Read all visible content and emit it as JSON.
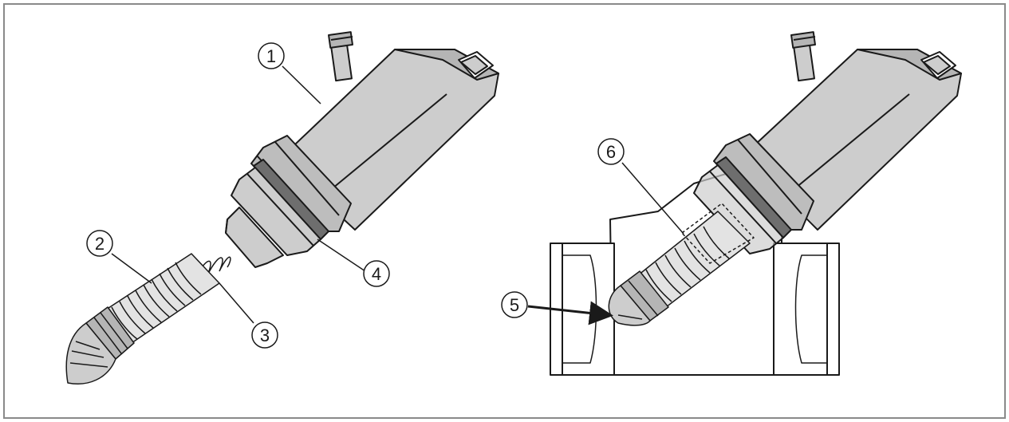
{
  "figure": {
    "left_view": "exploded",
    "right_view": "assembled",
    "callouts": [
      {
        "id": "1",
        "label": "1"
      },
      {
        "id": "2",
        "label": "2"
      },
      {
        "id": "3",
        "label": "3"
      },
      {
        "id": "4",
        "label": "4"
      },
      {
        "id": "5",
        "label": "5"
      },
      {
        "id": "6",
        "label": "6"
      }
    ],
    "colors": {
      "line": "#1a1a1a",
      "body_fill": "#cdcdcd",
      "body_shade": "#b5b5b5",
      "nut_fill": "#bdbdbd",
      "gasket": "#6e6e6e",
      "frame": "#8a8a8a",
      "paper": "#ffffff"
    }
  }
}
